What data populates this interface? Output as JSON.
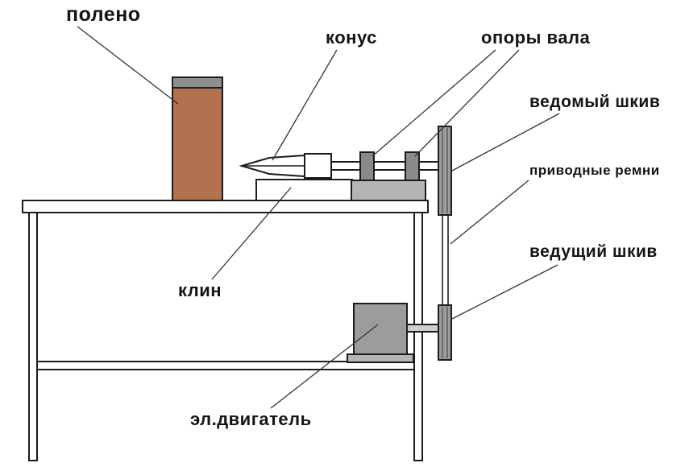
{
  "diagram": {
    "labels": {
      "log": "полено",
      "cone": "конус",
      "shaft_supports": "опоры вала",
      "driven_pulley": "ведомый шкив",
      "drive_belts": "приводные ремни",
      "driving_pulley": "ведущий шкив",
      "wedge": "клин",
      "motor": "эл.двигатель"
    },
    "colors": {
      "background": "#ffffff",
      "outline": "#1c1c1c",
      "log_body": "#b3714f",
      "log_top": "#8e8e8e",
      "metal_light": "#b5b5b5",
      "metal_mid": "#9c9c9c",
      "metal_dark": "#8a8a8a",
      "metal_pale": "#cfcfcf"
    }
  }
}
